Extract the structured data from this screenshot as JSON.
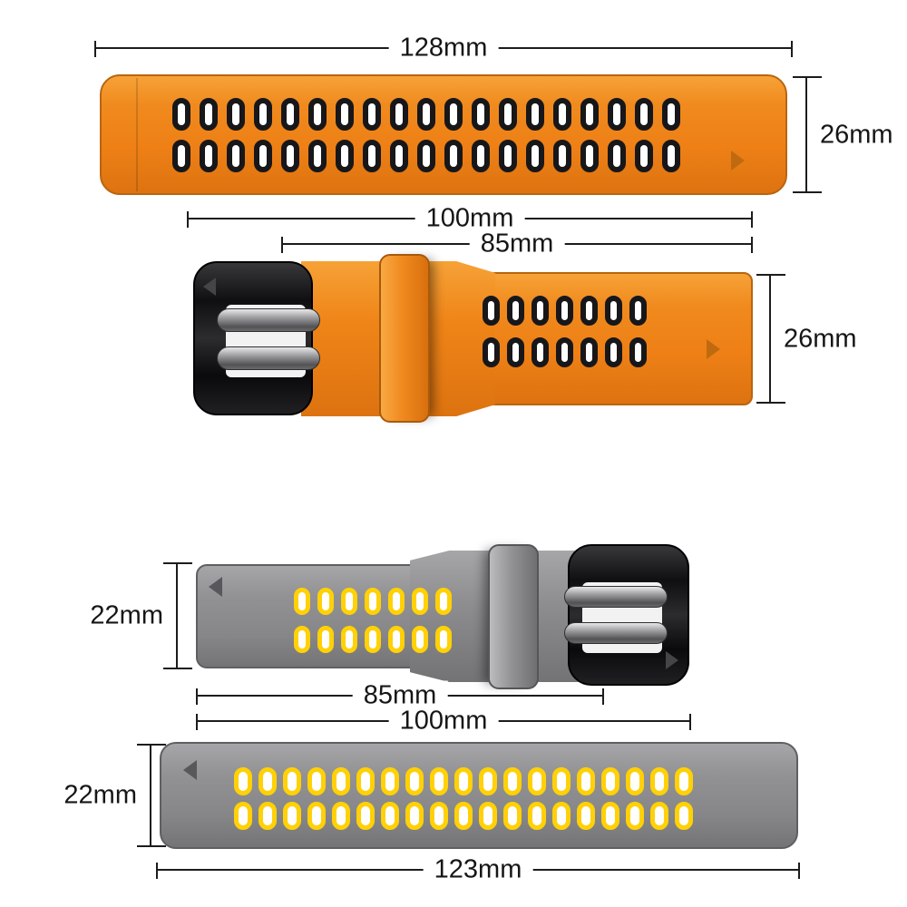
{
  "diagram": {
    "title": "watch-band-dimension-diagram",
    "bands": [
      {
        "name": "orange-long-strap",
        "band_color": "#f0861b",
        "hole_ring_color": "#17171a",
        "rows": 2,
        "holes_per_row": 19,
        "width_label": "128mm",
        "height_label": "26mm"
      },
      {
        "name": "orange-buckle-strap",
        "band_color": "#f0861b",
        "buckle_color": "#1b1b1d",
        "hole_ring_color": "#17171a",
        "rows": 2,
        "holes_per_row": 7,
        "outer_width_label": "100mm",
        "inner_width_label": "85mm",
        "height_label": "26mm"
      },
      {
        "name": "gray-buckle-strap",
        "band_color": "#8f8f91",
        "buckle_color": "#1b1b1d",
        "hole_ring_color": "#ffd106",
        "rows": 2,
        "holes_per_row": 7,
        "height_label": "22mm",
        "inner_width_label": "85mm",
        "outer_width_label": "100mm"
      },
      {
        "name": "gray-long-strap",
        "band_color": "#8f8f91",
        "hole_ring_color": "#ffd106",
        "rows": 2,
        "holes_per_row": 19,
        "height_label": "22mm",
        "width_label": "123mm"
      }
    ]
  }
}
